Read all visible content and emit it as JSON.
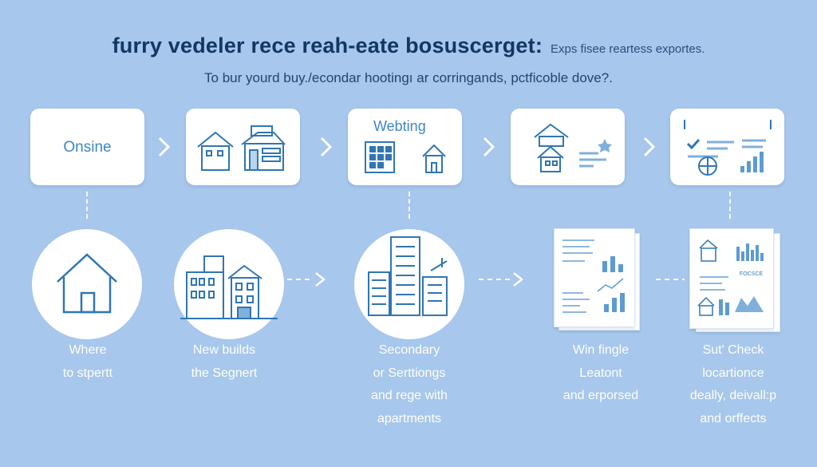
{
  "header": {
    "title": "furry vedeler rece reah-eate bosuscerget:",
    "title_note": "Exps fisee reartess exportes.",
    "subtitle": "To bur yourd buy./econdar hootingı ar corringands, pctficoble dove?."
  },
  "steps": [
    {
      "card_label": "Onsine",
      "caption": [
        "Where",
        "to stpertt"
      ]
    },
    {
      "card_label": "",
      "caption": [
        "New builds",
        "the Segnert"
      ]
    },
    {
      "card_label": "Webting",
      "caption": [
        "Secondary",
        "or Serttiongs",
        "and rege with",
        "apartments"
      ]
    },
    {
      "card_label": "",
      "caption": [
        "Win fingle",
        "Leatont",
        "and erporsed"
      ]
    },
    {
      "card_label": "",
      "caption": [
        "Sut' Check",
        "locartionce",
        "deally, deivall:p",
        "and orffects"
      ]
    }
  ],
  "doc_text": "FOCSCE",
  "colors": {
    "background": "#a7c7ec",
    "card": "#ffffff",
    "icon": "#2f76b4",
    "title": "#123763"
  }
}
